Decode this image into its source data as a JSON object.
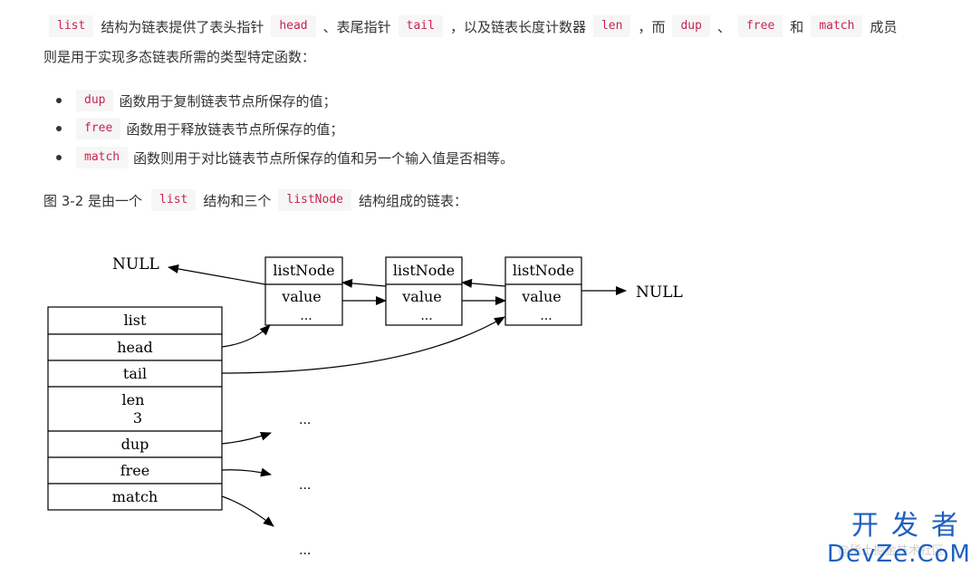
{
  "intro": {
    "line1": {
      "code_list": "list",
      "t1": "结构为链表提供了表头指针",
      "code_head": "head",
      "t2": "、表尾指针",
      "code_tail": "tail",
      "t3": "，以及链表长度计数器",
      "code_len": "len",
      "t4": "，而",
      "code_dup": "dup",
      "t5": "、",
      "code_free": "free",
      "t6": "和",
      "code_match": "match",
      "t7": "成员"
    },
    "line2": "则是用于实现多态链表所需的类型特定函数："
  },
  "bullets": [
    {
      "code": "dup",
      "text": "函数用于复制链表节点所保存的值；"
    },
    {
      "code": "free",
      "text": "函数用于释放链表节点所保存的值；"
    },
    {
      "code": "match",
      "text": "函数则用于对比链表节点所保存的值和另一个输入值是否相等。"
    }
  ],
  "figure_caption": {
    "t1": "图 3-2 是由一个",
    "code_list": "list",
    "t2": "结构和三个",
    "code_listnode": "listNode",
    "t3": "结构组成的链表："
  },
  "diagram": {
    "null_left": "NULL",
    "null_right": "NULL",
    "nodes": [
      {
        "title": "listNode",
        "value": "value",
        "more": "..."
      },
      {
        "title": "listNode",
        "value": "value",
        "more": "..."
      },
      {
        "title": "listNode",
        "value": "value",
        "more": "..."
      }
    ],
    "list_struct": {
      "title": "list",
      "fields": [
        "head",
        "tail",
        "len",
        "dup",
        "free",
        "match"
      ],
      "len_value": "3"
    },
    "ellipsis_dup": "...",
    "ellipsis_free": "...",
    "ellipsis_match": "..."
  },
  "watermark": {
    "top": "开发者",
    "bottom": "DevZe.CoM",
    "faint": "@稀土掘金技术社区"
  }
}
